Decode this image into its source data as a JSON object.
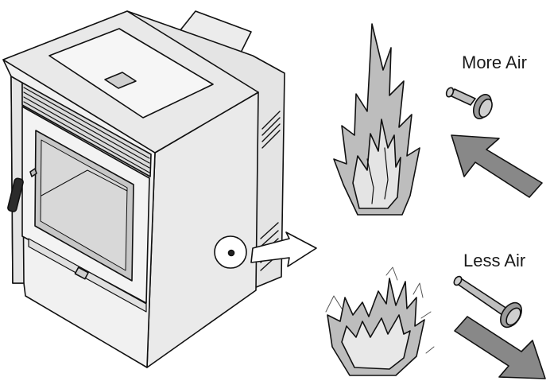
{
  "labels": {
    "more_air": "More Air",
    "less_air": "Less Air"
  },
  "colors": {
    "stove_face": "#efefef",
    "stove_top": "#e8e8e8",
    "stove_side": "#e6e6e6",
    "glass": "#c9c9c9",
    "flame": "#bdbdbd",
    "arrow": "#888888",
    "outline": "#111111"
  },
  "icons": [
    "pellet-stove",
    "air-damper-knob",
    "large-flame",
    "small-flame",
    "push-arrow",
    "pull-arrow"
  ]
}
